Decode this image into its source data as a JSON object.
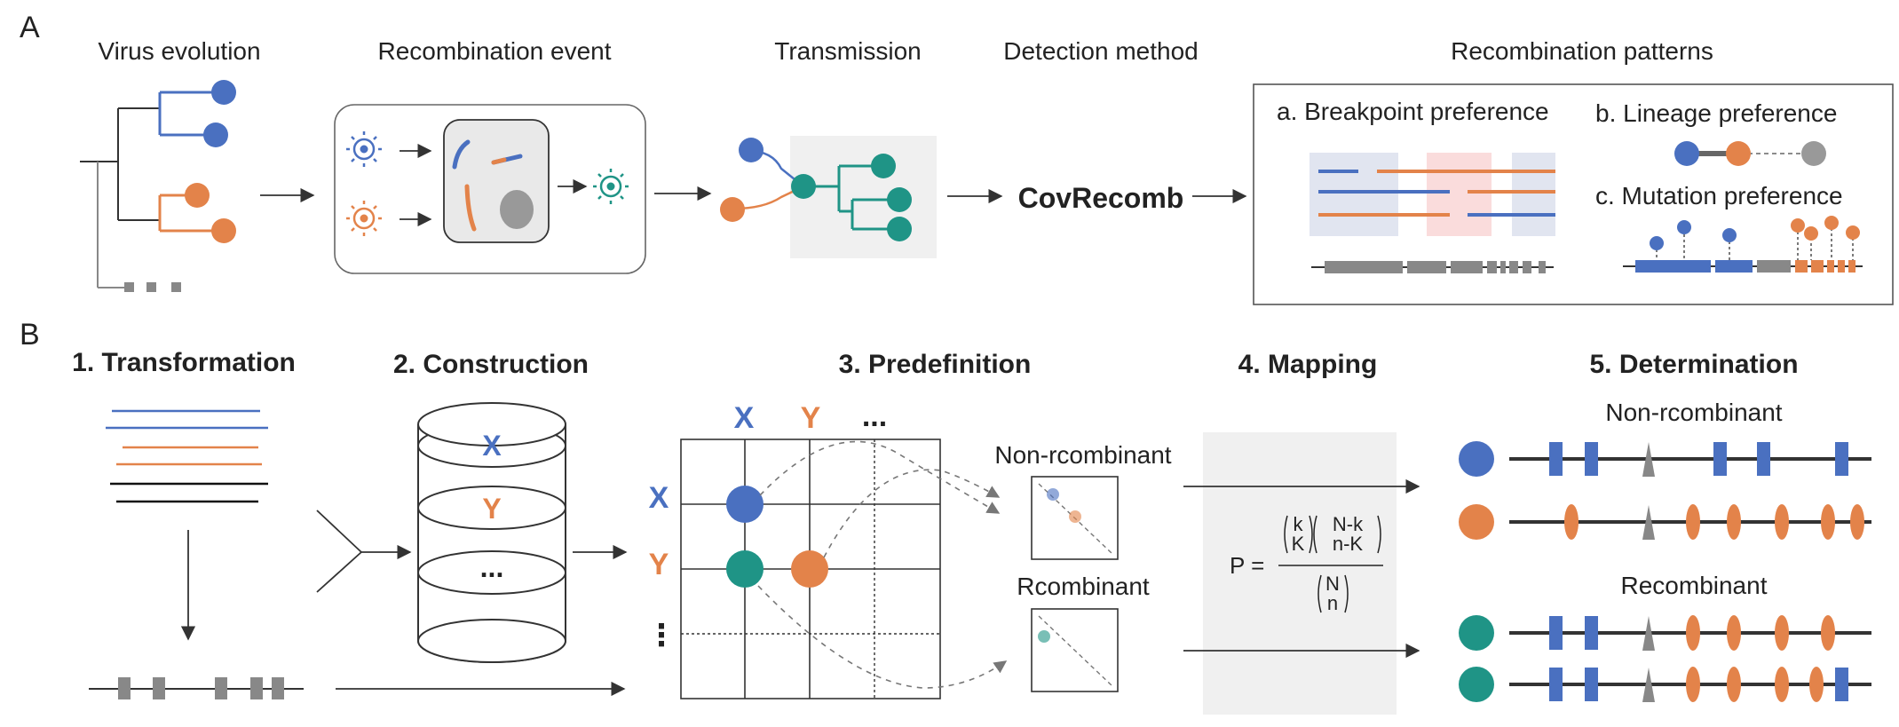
{
  "colors": {
    "blue": "#4a70c0",
    "orange": "#e3834a",
    "teal": "#1f9486",
    "gray": "#888888",
    "dark": "#333333",
    "light_box": "#f0f0f0",
    "blue_band": "#e1e5f0",
    "pink_band": "#fadcdc"
  },
  "panel_a": {
    "letter": "A",
    "titles": {
      "virus_evolution": "Virus evolution",
      "recombination_event": "Recombination event",
      "transmission": "Transmission",
      "detection_method": "Detection method",
      "recombination_patterns": "Recombination patterns"
    },
    "method_name": "CovRecomb",
    "patterns": {
      "breakpoint": "a. Breakpoint preference",
      "lineage": "b. Lineage preference",
      "mutation": "c. Mutation preference"
    }
  },
  "panel_b": {
    "letter": "B",
    "steps": {
      "s1": "1. Transformation",
      "s2": "2. Construction",
      "s3": "3. Predefinition",
      "s4": "4. Mapping",
      "s5": "5. Determination"
    },
    "db_labels": {
      "x": "X",
      "y": "Y",
      "more": "..."
    },
    "matrix_cols": {
      "x": "X",
      "y": "Y",
      "more": "..."
    },
    "matrix_rows": {
      "x": "X",
      "y": "Y",
      "more": "⋮"
    },
    "mini_labels": {
      "non": "Non-rcombinant",
      "rec": "Rcombinant"
    },
    "formula": {
      "p": "P =",
      "k_top": "k",
      "k_bot": "K",
      "nk_top": "N-k",
      "nk_bot": "n-K",
      "N_top": "N",
      "n_bot": "n"
    },
    "det_labels": {
      "non": "Non-rcombinant",
      "rec": "Recombinant"
    }
  }
}
